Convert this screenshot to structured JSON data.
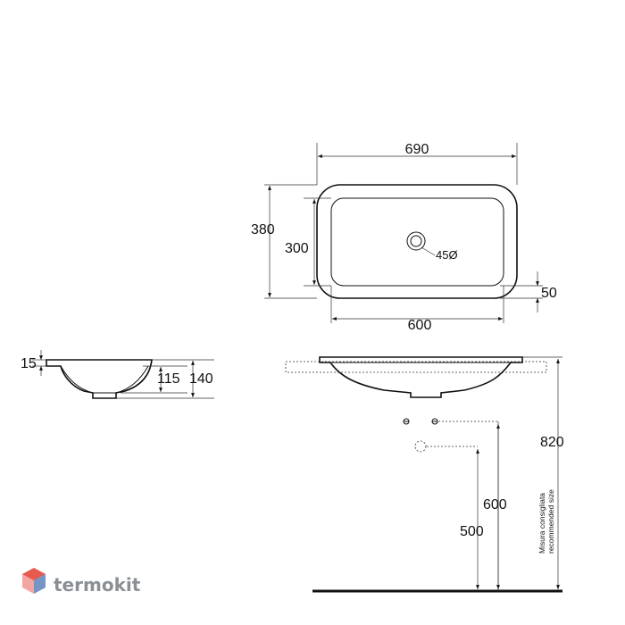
{
  "top_view": {
    "width_overall": "690",
    "depth_overall": "380",
    "basin_width": "600",
    "basin_depth": "300",
    "rim_offset": "50",
    "drain_diameter": "45Ø"
  },
  "section_view": {
    "rim_thickness": "15",
    "basin_depth": "115",
    "total_height": "140"
  },
  "installation_view": {
    "rim_height": "820",
    "upper_supply_height": "600",
    "lower_supply_height": "500",
    "recommended_note_it": "Misura consigliata",
    "recommended_note_en": "recommended size"
  },
  "logo": {
    "brand": "termokit",
    "colors": [
      "#e8594f",
      "#4a8fd1",
      "#f2a6a1"
    ]
  }
}
